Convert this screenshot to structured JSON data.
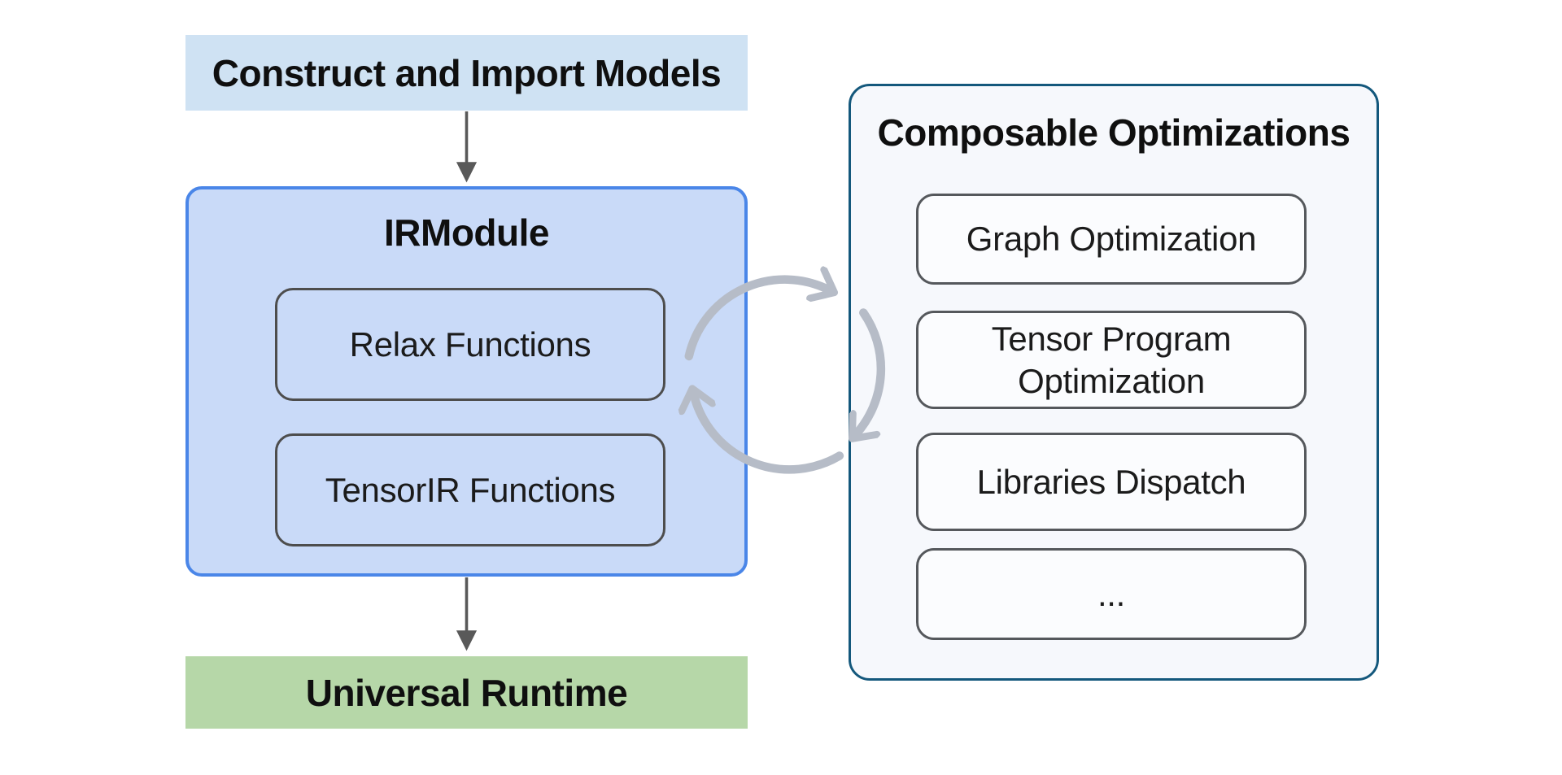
{
  "top_box": {
    "label": "Construct and Import Models"
  },
  "ir_module": {
    "title": "IRModule",
    "children": [
      {
        "label": "Relax Functions"
      },
      {
        "label": "TensorIR Functions"
      }
    ]
  },
  "runtime_box": {
    "label": "Universal Runtime"
  },
  "optimizations": {
    "title": "Composable Optimizations",
    "items": [
      {
        "label": "Graph Optimization"
      },
      {
        "label": "Tensor Program Optimization"
      },
      {
        "label": "Libraries Dispatch"
      },
      {
        "label": "..."
      }
    ]
  },
  "icons": {
    "flow_arrows": "down-arrow-icon",
    "cycle": "circular-arrows-icon"
  },
  "colors": {
    "top_box_fill": "#cfe2f3",
    "ir_module_fill": "#c9daf8",
    "ir_module_border": "#4a86e8",
    "inner_box_border": "#4d4d4d",
    "runtime_fill": "#b6d7a8",
    "panel_fill": "#f6f8fc",
    "panel_border": "#14587c",
    "panel_item_fill": "#fbfcfe",
    "panel_item_border": "#55585c",
    "flow_arrow": "#595959",
    "cycle_arrow": "#b6bcc7",
    "text": "#0f0f0f"
  }
}
